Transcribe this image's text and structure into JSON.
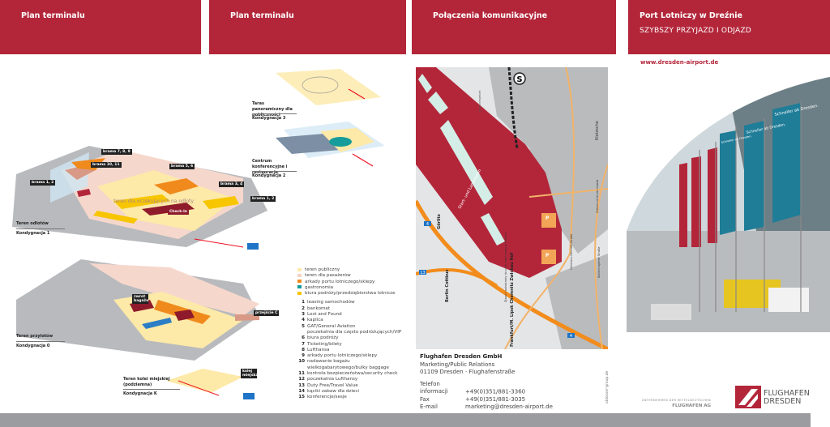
{
  "headers": [
    {
      "title": "Plan terminalu"
    },
    {
      "title": "Plan terminalu"
    },
    {
      "title": "Połączenia komunikacyjne"
    },
    {
      "title": "Port Lotniczy w Dreźnie",
      "subtitle": "SZYBSZY PRZYJAZD I ODJAZD"
    }
  ],
  "website": "www.dresden-airport.de",
  "terminal": {
    "level1": {
      "area": "Teren odlotów",
      "level": "Kondygnacja 1"
    },
    "level0": {
      "area": "Teren przylotów",
      "level": "Kondygnacja 0"
    },
    "levelK": {
      "area": "Teren kolei miejskiej (podziemna)",
      "level": "Kondygnacja K"
    },
    "level3": {
      "area": "Taras panoramiczny dla publiczności",
      "level": "Kondygnacja 3"
    },
    "level2": {
      "area": "Centrum konferencyjne i restauracje",
      "level": "Kondygnacja 2"
    },
    "gates": [
      "brama 7, 8, 9",
      "brama 10, 11",
      "brama 1, 2",
      "brama 5, 6",
      "brama 3, 4",
      "brama 1, 2"
    ],
    "checkin": "Check-In",
    "waiting_area": "teren dla oczekujących na odloty",
    "baggage_claim": "zwrot bagażu",
    "pier_c": "przejście C",
    "city_rail": "kolej miejska"
  },
  "legend": {
    "colors": [
      {
        "label": "teren publiczny",
        "color": "#fde9a8"
      },
      {
        "label": "teren dla pasażerów",
        "color": "#f3d3c8"
      },
      {
        "label": "arkady portu lotniczego/sklepy",
        "color": "#f08a1c"
      },
      {
        "label": "gastronomia",
        "color": "#169c9a"
      },
      {
        "label": "biura podróży/przedsiębiorstwa lotnicze",
        "color": "#f7c600"
      }
    ],
    "items": [
      {
        "n": "1",
        "label": "leasing samochodów"
      },
      {
        "n": "2",
        "label": "bankomat"
      },
      {
        "n": "3",
        "label": "Lost and Found"
      },
      {
        "n": "4",
        "label": "kaplica"
      },
      {
        "n": "5",
        "label": "GAT/General Aviation",
        "extra": "poczekalnia dla często podróżujących/VIP"
      },
      {
        "n": "6",
        "label": "biura podróży"
      },
      {
        "n": "7",
        "label": "Ticketing/bilety"
      },
      {
        "n": "8",
        "label": "Lufthansa"
      },
      {
        "n": "9",
        "label": "arkady portu lotniczego/sklepy"
      },
      {
        "n": "10",
        "label": "nadawanie bagażu",
        "extra": "wielkogabarytowego/bulky baggage"
      },
      {
        "n": "11",
        "label": "kontrola bezpieczeństwa/security check"
      },
      {
        "n": "12",
        "label": "poczekalnia Lufthansy"
      },
      {
        "n": "13",
        "label": "Duty Free/Travel Value"
      },
      {
        "n": "14",
        "label": "kąciki zabaw dla dzieci"
      },
      {
        "n": "15",
        "label": "konferencje/sesje"
      }
    ]
  },
  "map": {
    "runway": "Start- und Landebahn",
    "industrial": "Industriegebiet",
    "klotzsche": "Klotzsche",
    "centre": "Dresno centrum miasta",
    "street1": "Hermann-Reichelt-Straße",
    "street2": "Boltenhagener Straße",
    "goerlitz": "Görlitz",
    "berlin": "Berlin Cottbus",
    "south": "Frankfurt/M. Lipsk Chemnitz Zwickau Hof",
    "exit": "Zjazd z autostrady do portu lotniczego w Dreźnie",
    "a4": "4",
    "a13": "13",
    "s": "S",
    "p": "P"
  },
  "contact": {
    "company": "Flughafen Dresden GmbH",
    "dept": "Marketing/Public Relations",
    "address": "01109 Dresden · Flughafenstraße",
    "phone_label": "Telefon informacji",
    "phone": "+49(0)351/881-3360",
    "fax_label": "Fax",
    "fax": "+49(0)351/881-3035",
    "email_label": "E-mail",
    "email": "marketing@dresden-airport.de"
  },
  "credit": "oblosser-group.de",
  "photo": {
    "banner1": "Schneller ab Dresden.",
    "banner2": "Schneller ab Dresden.",
    "banner3": "Schneller ab Dresden."
  },
  "footer": {
    "parent_line1": "UNTERNEHMEN DER MITTELDEUTSCHEN",
    "parent_line2": "FLUGHAFEN AG",
    "logo_line1": "FLUGHAFEN",
    "logo_line2": "DRESDEN"
  }
}
